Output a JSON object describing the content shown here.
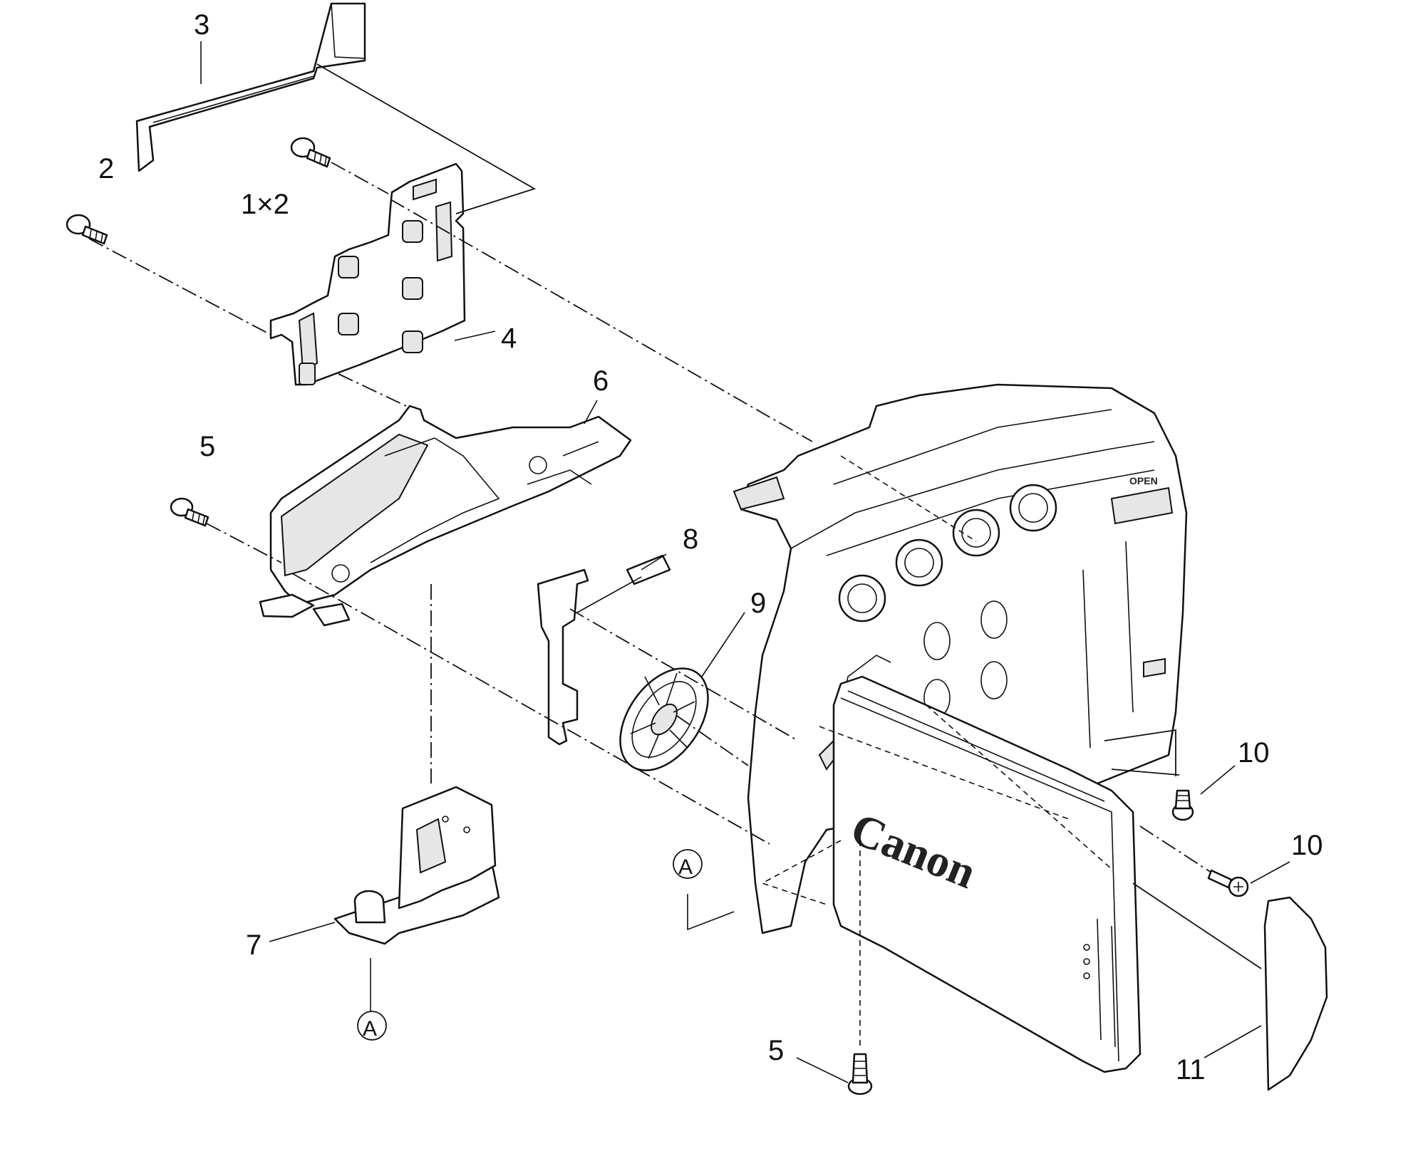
{
  "callouts": {
    "c3": "3",
    "c2": "2",
    "c1x2": "1×2",
    "c4": "4",
    "c6": "6",
    "c5_left": "5",
    "c8": "8",
    "c9": "9",
    "c10_top": "10",
    "c10_bottom": "10",
    "c7": "7",
    "c5_bottom": "5",
    "c11": "11",
    "refA_left": "A",
    "refA_right": "A"
  },
  "markings": {
    "brand": "Canon",
    "open_label": "OPEN"
  }
}
